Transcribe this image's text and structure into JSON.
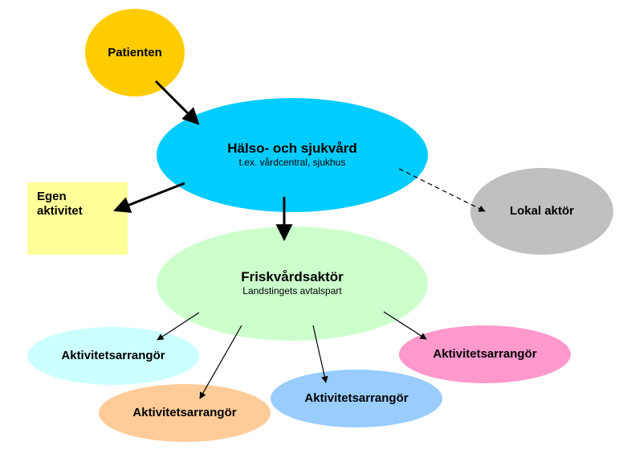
{
  "nodes": {
    "patient": {
      "title": "Patienten",
      "color": "#ffcc00"
    },
    "halso": {
      "title": "Hälso- och sjukvård",
      "subtitle": "t.ex. vårdcentral, sjukhus",
      "color": "#00ccff"
    },
    "egen": {
      "line1": "Egen",
      "line2": "aktivitet",
      "color": "#ffff99"
    },
    "lokal": {
      "title": "Lokal aktör",
      "color": "#c0c0c0"
    },
    "frisk": {
      "title": "Friskvårdsaktör",
      "subtitle": "Landstingets avtalspart",
      "color": "#ccffcc"
    },
    "arrangor": [
      {
        "title": "Aktivitetsarrangör",
        "color": "#ccffff"
      },
      {
        "title": "Aktivitetsarrangör",
        "color": "#ffcc99"
      },
      {
        "title": "Aktivitetsarrangör",
        "color": "#99ccff"
      },
      {
        "title": "Aktivitetsarrangör",
        "color": "#ff99cc"
      }
    ]
  },
  "edges": [
    {
      "from": "Patienten",
      "to": "Hälso- och sjukvård",
      "style": "solid"
    },
    {
      "from": "Hälso- och sjukvård",
      "to": "Egen aktivitet",
      "style": "solid"
    },
    {
      "from": "Hälso- och sjukvård",
      "to": "Friskvårdsaktör",
      "style": "solid"
    },
    {
      "from": "Hälso- och sjukvård",
      "to": "Lokal aktör",
      "style": "dashed"
    },
    {
      "from": "Friskvårdsaktör",
      "to": "Aktivitetsarrangör (1)",
      "style": "solid"
    },
    {
      "from": "Friskvårdsaktör",
      "to": "Aktivitetsarrangör (2)",
      "style": "solid"
    },
    {
      "from": "Friskvårdsaktör",
      "to": "Aktivitetsarrangör (3)",
      "style": "solid"
    },
    {
      "from": "Friskvårdsaktör",
      "to": "Aktivitetsarrangör (4)",
      "style": "solid"
    }
  ]
}
